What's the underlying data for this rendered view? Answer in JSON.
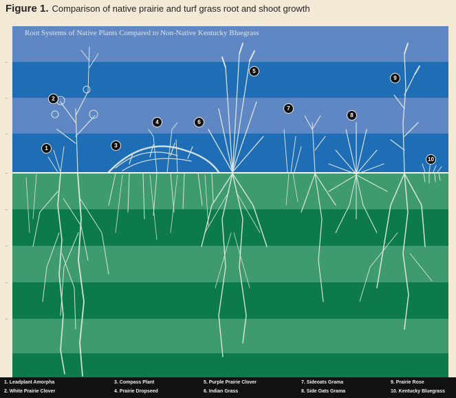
{
  "figure": {
    "label": "Figure 1.",
    "title": "Comparison of native prairie and turf grass root and shoot growth",
    "subtitle": "Root Systems of Native Plants Compared to Non-Native Kentucky Bluegrass"
  },
  "colors": {
    "sky_band_light": "#5f87c4",
    "sky_band_dark": "#1f6db5",
    "soil_band_light": "#3f9a70",
    "soil_band_dark": "#0d7a4c",
    "roots": "#eef3ea",
    "legend_bg": "#111111"
  },
  "markers": [
    {
      "number": "1"
    },
    {
      "number": "2"
    },
    {
      "number": "3"
    },
    {
      "number": "4"
    },
    {
      "number": "5"
    },
    {
      "number": "6"
    },
    {
      "number": "7"
    },
    {
      "number": "8"
    },
    {
      "number": "9"
    },
    {
      "number": "10"
    }
  ],
  "legend": {
    "items": [
      {
        "text": "1. Leadplant Amorpha"
      },
      {
        "text": "2. White Prairie Clover"
      },
      {
        "text": "3. Compass Plant"
      },
      {
        "text": "4. Prairie Dropseed"
      },
      {
        "text": "5. Purple Prairie Clover"
      },
      {
        "text": "6. Indian Grass"
      },
      {
        "text": "7. Sideoats Grama"
      },
      {
        "text": "8. Side Oats Grama"
      },
      {
        "text": "9. Prairie Rose"
      },
      {
        "text": "10. Kentucky Bluegrass"
      }
    ]
  }
}
